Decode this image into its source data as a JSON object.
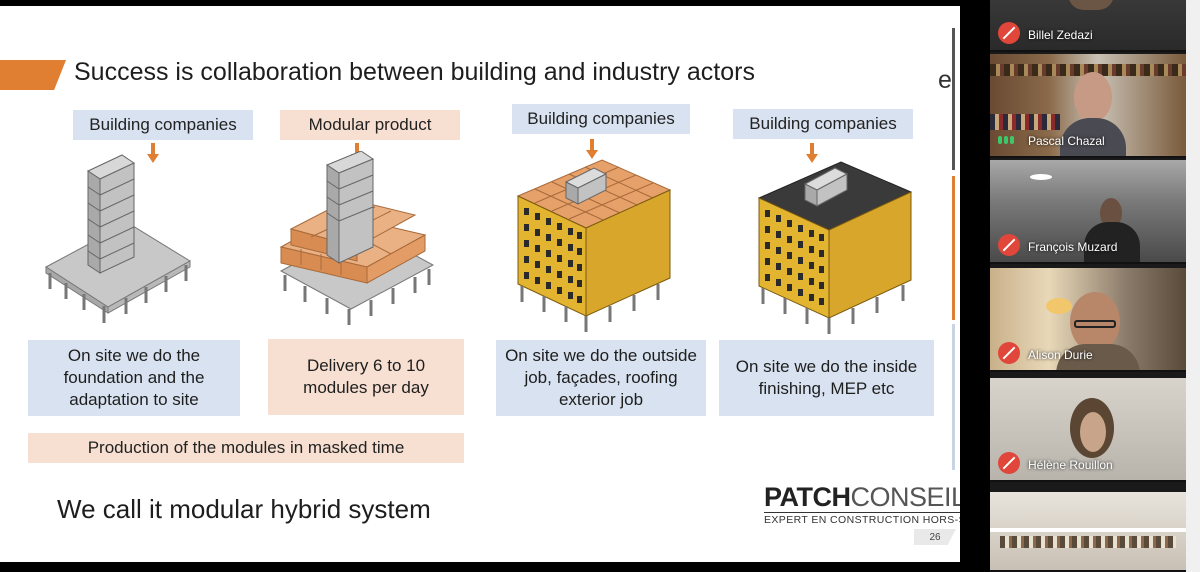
{
  "slide": {
    "title": "Success is collaboration between building and industry actors",
    "title_overflow": "e",
    "columns": [
      {
        "label": "Building companies",
        "label_style": "blue",
        "description": "On site we do the foundation and the adaptation to site",
        "desc_style": "blue"
      },
      {
        "label": "Modular product",
        "label_style": "peach",
        "description": "Delivery 6 to 10 modules per day",
        "desc_style": "peach"
      },
      {
        "label": "Building companies",
        "label_style": "blue",
        "description": "On site we do the outside job, façades, roofing exterior job",
        "desc_style": "blue"
      },
      {
        "label": "Building companies",
        "label_style": "blue",
        "description": "On site we do the inside finishing, MEP etc",
        "desc_style": "blue"
      }
    ],
    "production_bar": "Production of the modules in masked time",
    "tagline": "We call it modular hybrid system",
    "logo": {
      "patch": "PATCH",
      "conseil": "CONSEIL",
      "subtitle": "EXPERT EN CONSTRUCTION HORS-SITE"
    },
    "page_number": "26",
    "colors": {
      "accent": "#e07f32",
      "blue_box": "#d8e2f0",
      "peach_box": "#f7e0d2",
      "facade_yellow": "#e3b430",
      "module_orange": "#e6a06a"
    }
  },
  "participants": [
    {
      "name": "Billel Zedazi",
      "mic": "muted",
      "icon": "mic-muted-icon"
    },
    {
      "name": "Pascal Chazal",
      "mic": "speaking",
      "icon": "speaking-indicator-icon"
    },
    {
      "name": "François Muzard",
      "mic": "muted",
      "icon": "mic-muted-icon"
    },
    {
      "name": "Alison Durie",
      "mic": "muted",
      "icon": "mic-muted-icon"
    },
    {
      "name": "Hélène Rouillon",
      "mic": "muted",
      "icon": "mic-muted-icon"
    }
  ]
}
